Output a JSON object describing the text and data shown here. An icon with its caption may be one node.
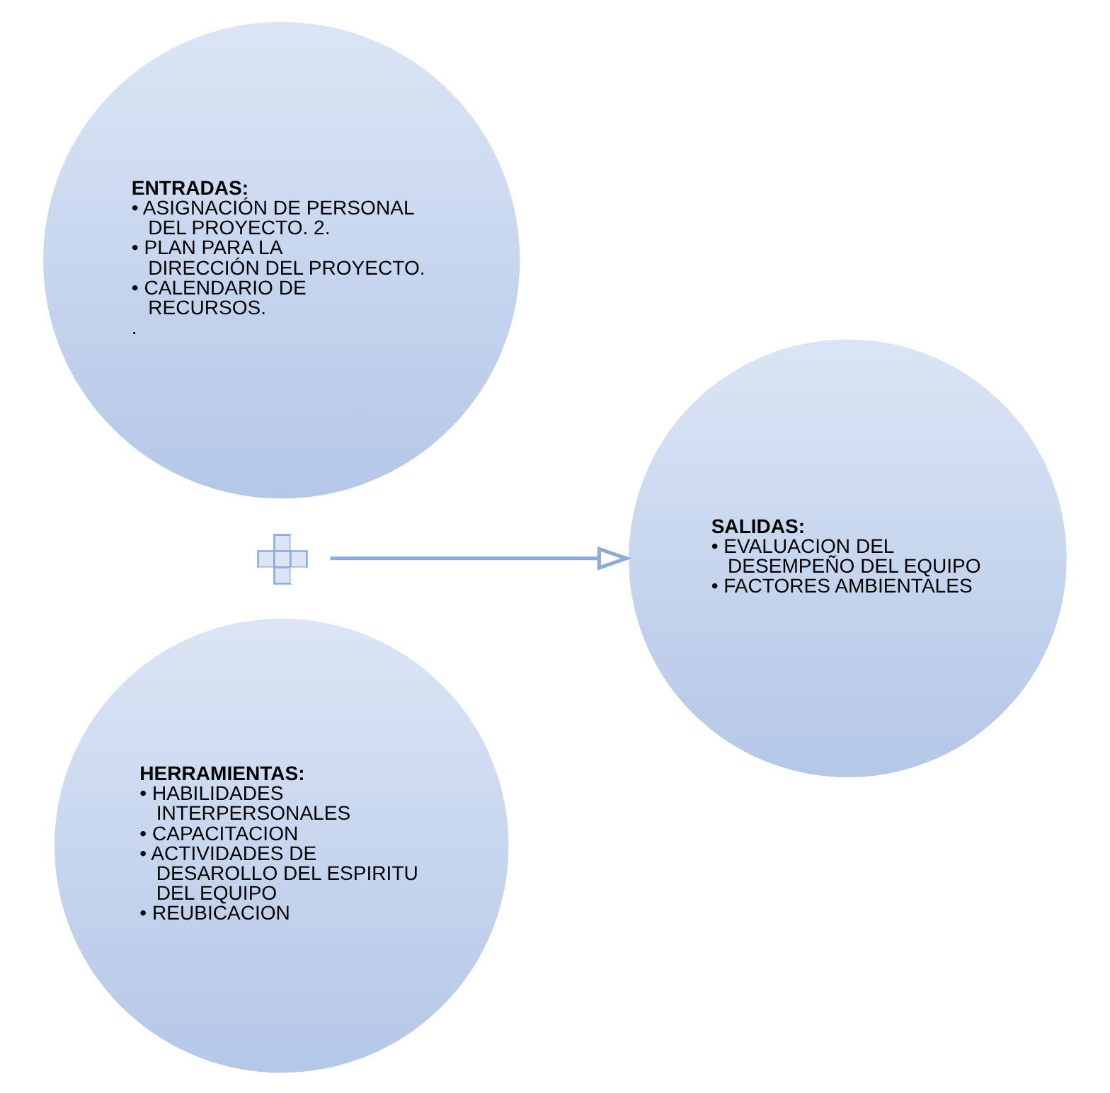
{
  "diagram": {
    "nodes": [
      {
        "text": [
          "ENTRADAS:",
          "• ASIGNACIÓN DE PERSONAL DEL PROYECTO. 2.",
          "• PLAN PARA LA  DIRECCIÓN DEL PROYECTO.",
          "• CALENDARIO DE RECURSOS.",
          "."
        ]
      },
      {
        "text": [],
        "shape": "plus"
      },
      {
        "text": [
          "HERRAMIENTAS:",
          "• HABILIDADES INTERPERSONALES",
          "• CAPACITACION",
          "• ACTIVIDADES DE DESAROLLO DEL ESPIRITU DEL EQUIPO",
          "• REUBICACION"
        ]
      },
      {
        "text": [
          "SALIDAS:",
          "• EVALUACION DEL DESEMPEÑO DEL EQUIPO",
          "• FACTORES AMBIENTALES"
        ]
      }
    ],
    "edges": [
      {
        "from": 1,
        "to": 3,
        "arrow": "to"
      }
    ]
  }
}
